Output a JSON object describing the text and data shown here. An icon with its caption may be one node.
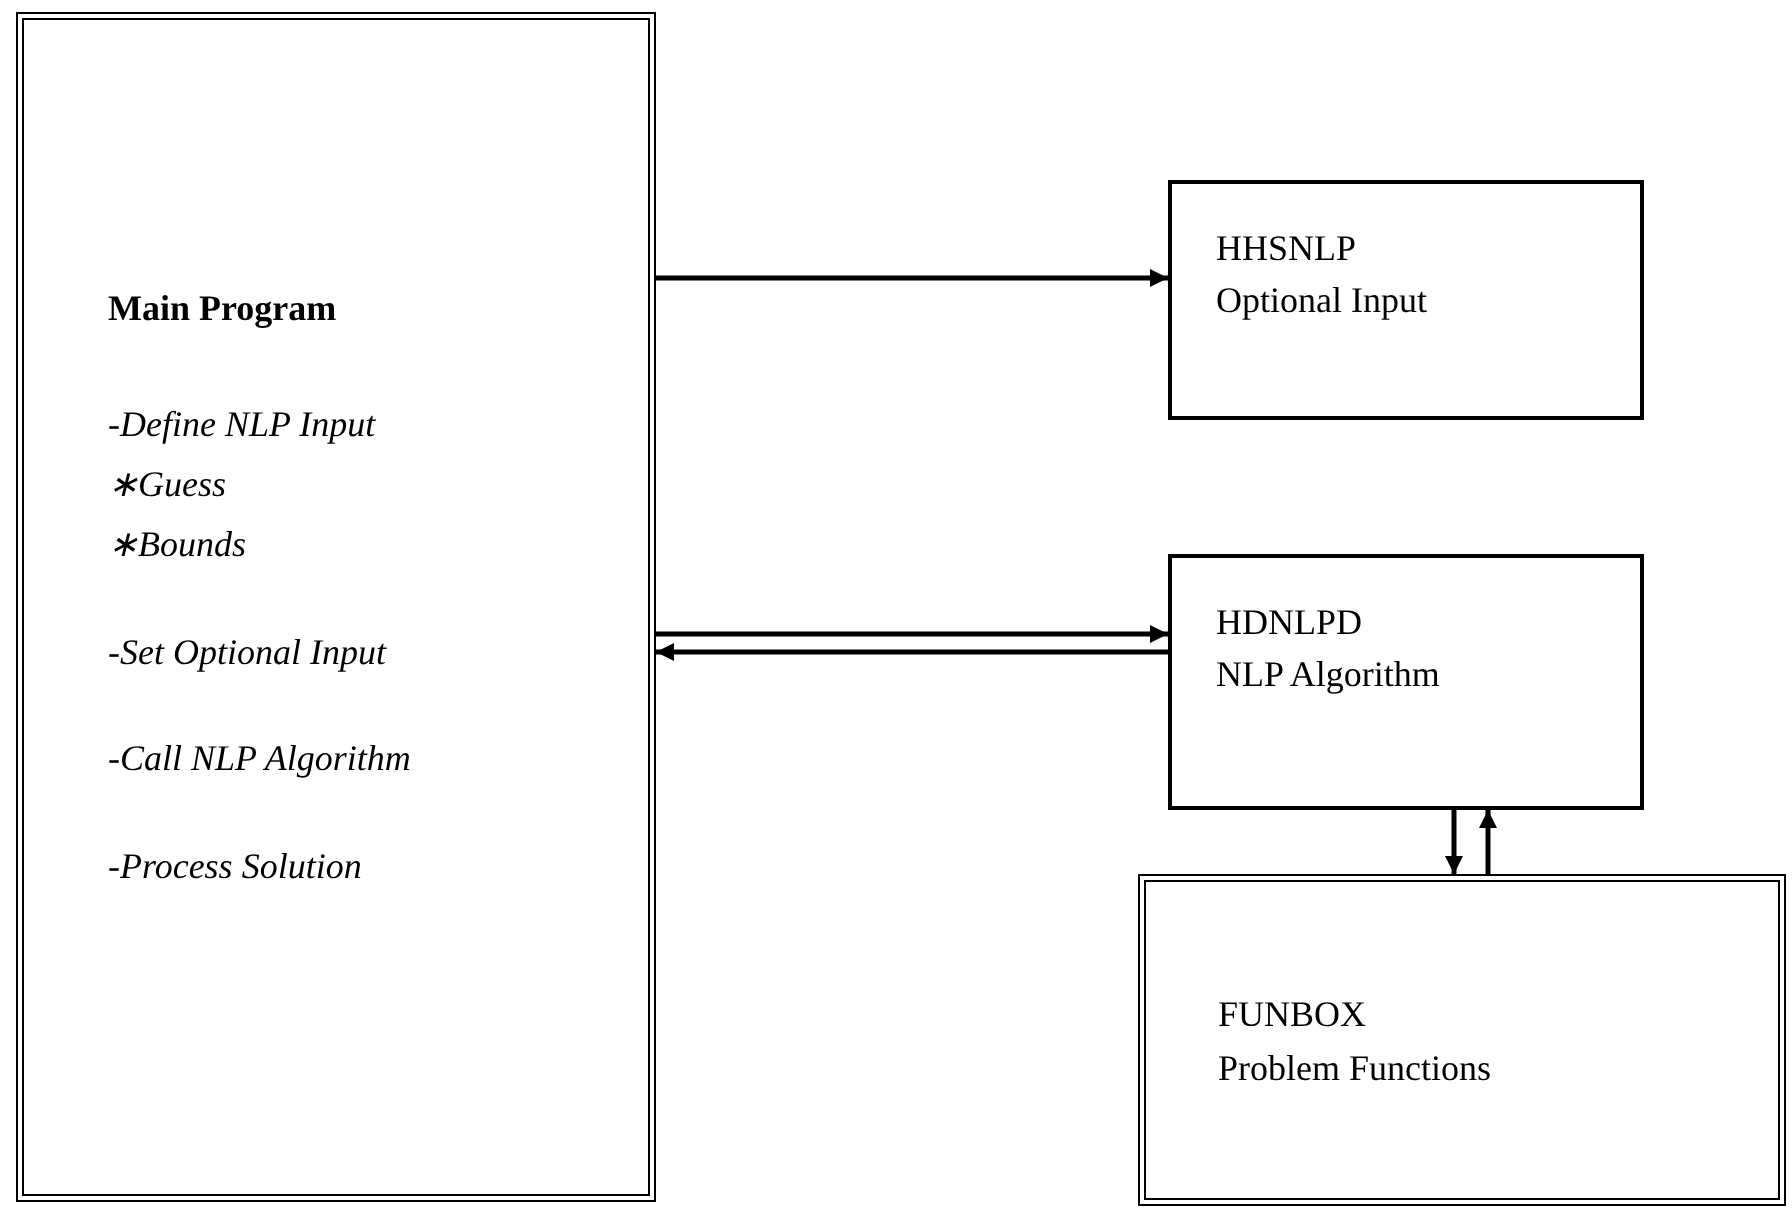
{
  "diagram": {
    "nodes": [
      {
        "text": [
          "Main Program",
          "-Define NLP Input",
          "∗Guess",
          "∗Bounds",
          "-Set Optional Input",
          "-Call NLP Algorithm",
          "-Process Solution"
        ]
      },
      {
        "text": [
          "HHSNLP",
          "Optional Input"
        ]
      },
      {
        "text": [
          "HDNLPD",
          "NLP Algorithm"
        ]
      },
      {
        "text": [
          "FUNBOX",
          "Problem Functions"
        ]
      }
    ],
    "edges": [
      {
        "from": 0,
        "to": 1,
        "arrow": "to"
      },
      {
        "from": 0,
        "to": 2,
        "arrow": "to"
      },
      {
        "from": 2,
        "to": 0,
        "arrow": "to"
      },
      {
        "from": 2,
        "to": 3,
        "arrow": "to"
      },
      {
        "from": 3,
        "to": 2,
        "arrow": "to"
      }
    ]
  }
}
